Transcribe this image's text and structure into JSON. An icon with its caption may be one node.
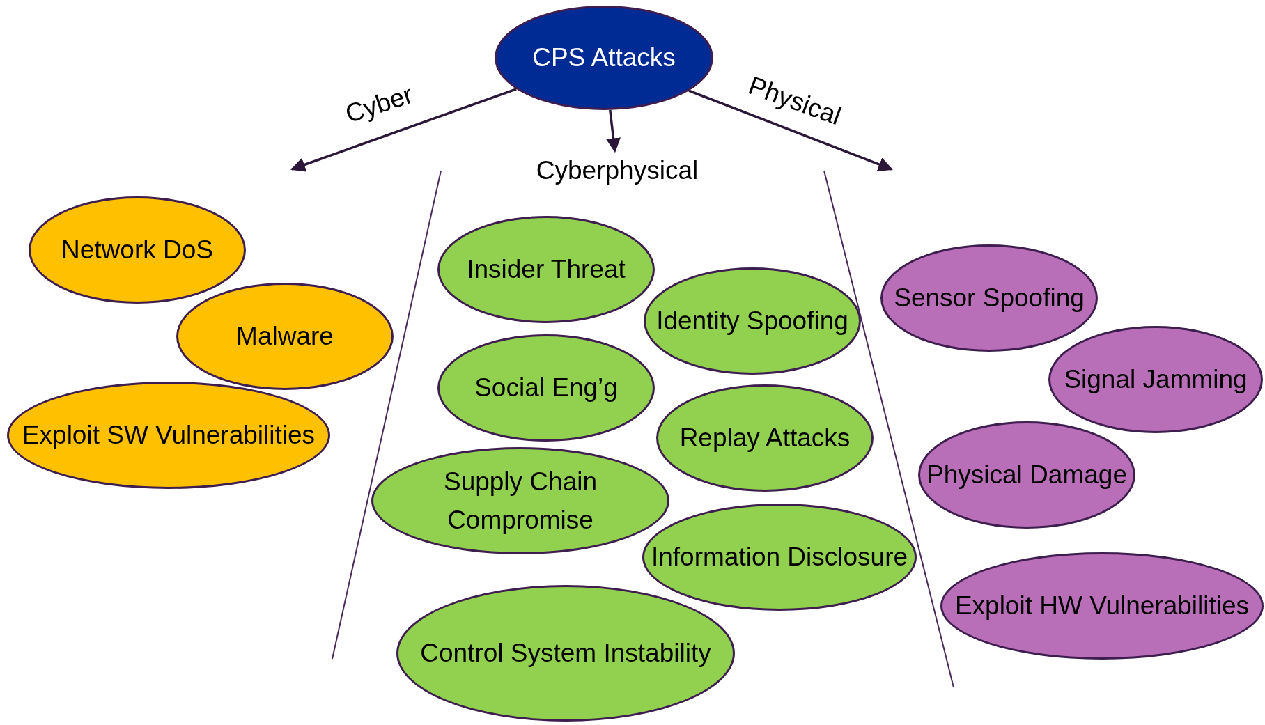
{
  "diagram": {
    "nodes": [
      {
        "text": [
          "CPS Attacks"
        ]
      },
      {
        "text": [
          "Cyberphysical"
        ]
      },
      {
        "text": [
          "Network DoS"
        ]
      },
      {
        "text": [
          "Malware"
        ]
      },
      {
        "text": [
          "Exploit SW Vulnerabilities"
        ]
      },
      {
        "text": [
          "Insider Threat"
        ]
      },
      {
        "text": [
          "Identity Spoofing"
        ]
      },
      {
        "text": [
          "Social Eng’g"
        ]
      },
      {
        "text": [
          "Replay Attacks"
        ]
      },
      {
        "text": [
          "Supply Chain Compromise"
        ]
      },
      {
        "text": [
          "Information Disclosure"
        ]
      },
      {
        "text": [
          "Control System Instability"
        ]
      },
      {
        "text": [
          "Sensor Spoofing"
        ]
      },
      {
        "text": [
          "Signal Jamming"
        ]
      },
      {
        "text": [
          "Physical Damage"
        ]
      },
      {
        "text": [
          "Exploit HW Vulnerabilities"
        ]
      }
    ],
    "edges": [
      {
        "from": 0,
        "to": null,
        "arrow": "to",
        "label": "Cyber"
      },
      {
        "from": 0,
        "to": 1,
        "arrow": "to"
      },
      {
        "from": 0,
        "to": null,
        "arrow": "to",
        "label": "Physical"
      }
    ]
  }
}
